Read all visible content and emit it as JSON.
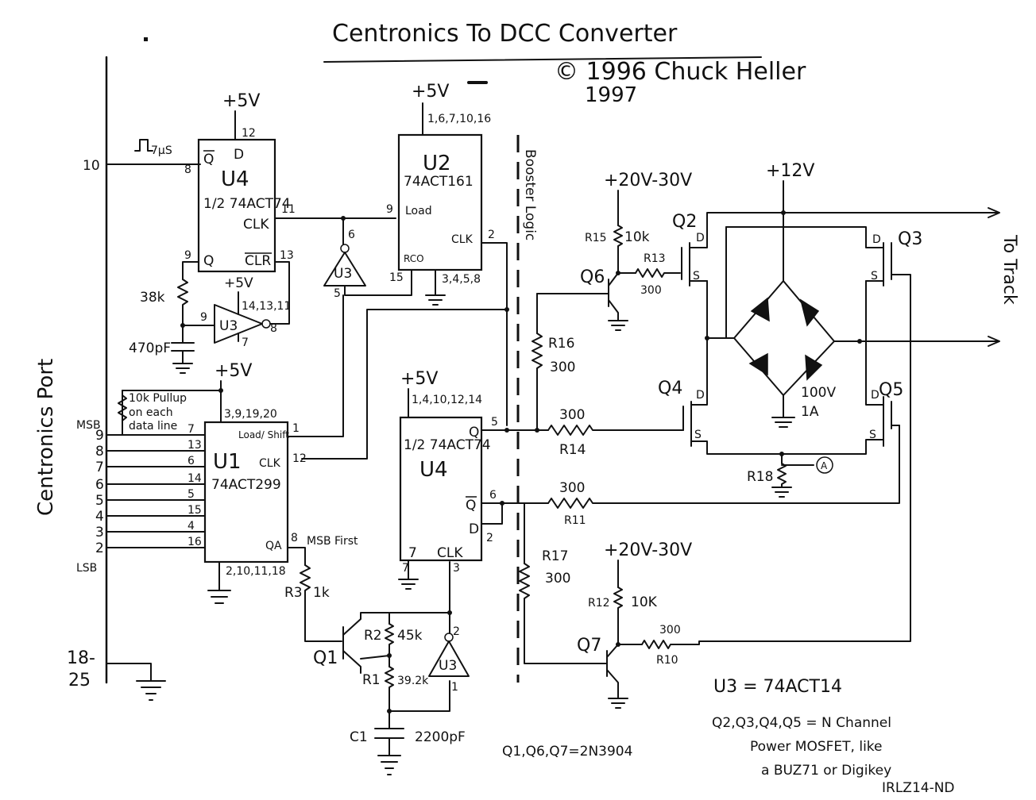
{
  "title": "Centronics To DCC Converter",
  "copyright": "© 1996 Chuck Heller",
  "year2": "1997",
  "port_label": "Centronics Port",
  "pin10": "10",
  "pulse": "7μS",
  "pins_18_25_a": "18-",
  "pins_18_25_b": "25",
  "msb": "MSB",
  "lsb": "LSB",
  "data_pins": [
    "9",
    "8",
    "7",
    "6",
    "5",
    "4",
    "3",
    "2"
  ],
  "u1_pins_in": [
    "7",
    "13",
    "6",
    "14",
    "5",
    "15",
    "4",
    "16"
  ],
  "pullup": [
    "10k Pullup",
    "on each",
    "data line"
  ],
  "booster_logic": "Booster Logic",
  "u4a": {
    "name": "U4",
    "type": "1/2 74ACT74",
    "q_bar": "Q",
    "d": "D",
    "q": "Q",
    "clk": "CLK",
    "clr": "CLR",
    "p8": "8",
    "p12": "12",
    "p9": "9",
    "p11": "11",
    "p13": "13",
    "supply": "+5V"
  },
  "u2": {
    "name": "U2",
    "type": "74ACT161",
    "supply": "+5V",
    "supply_pins": "1,6,7,10,16",
    "load": "Load",
    "clk": "CLK",
    "rco": "RCO",
    "gnd_pins": "3,4,5,8",
    "p9": "9",
    "p2": "2",
    "p15": "15"
  },
  "u3_top": {
    "name": "U3",
    "p6": "6",
    "p5": "5"
  },
  "u3_mid": {
    "name": "U3",
    "supply": "+5V",
    "supply_pins": "14,13,11",
    "p9": "9",
    "p8": "8",
    "p7": "7"
  },
  "u3_bot": {
    "name": "U3",
    "p2": "2",
    "p1": "1"
  },
  "r38k": "38k",
  "c470": "470pF",
  "u1": {
    "name": "U1",
    "type": "74ACT299",
    "supply": "+5V",
    "supply_pins": "3,9,19,20",
    "load_shift": "Load/ Shift",
    "clk": "CLK",
    "qa": "QA",
    "gnd_pins": "2,10,11,18",
    "p1": "1",
    "p12": "12",
    "p8": "8",
    "msb_first": "MSB First"
  },
  "u4b": {
    "name": "U4",
    "type": "1/2 74ACT74",
    "supply": "+5V",
    "supply_pins": "1,4,10,12,14",
    "q": "Q",
    "q_bar": "Q",
    "d": "D",
    "clk": "CLK",
    "p5": "5",
    "p6": "6",
    "p2": "2",
    "p7": "7",
    "p3": "3"
  },
  "r3": {
    "name": "R3",
    "value": "1k"
  },
  "r2": {
    "name": "R2",
    "value": "45k"
  },
  "r1": {
    "name": "R1",
    "value": "39.2k"
  },
  "c1": {
    "name": "C1",
    "value": "2200pF"
  },
  "q1": "Q1",
  "v20a": "+20V-30V",
  "v20b": "+20V-30V",
  "v12": "+12V",
  "r15": {
    "name": "R15",
    "value": "10k"
  },
  "r13": {
    "name": "R13",
    "value": "300"
  },
  "q6": "Q6",
  "r16": {
    "name": "R16",
    "value": "300"
  },
  "r14": {
    "name": "R14",
    "value": "300"
  },
  "r11": {
    "name": "R11",
    "value": "300"
  },
  "r17": {
    "name": "R17",
    "value": "300"
  },
  "r12": {
    "name": "R12",
    "value": "10K"
  },
  "r10": {
    "name": "R10",
    "value": "300"
  },
  "q7": "Q7",
  "q2": "Q2",
  "q3": "Q3",
  "q4": "Q4",
  "q5": "Q5",
  "d_lbl": "D",
  "s_lbl": "S",
  "bridge": [
    "100V",
    "1A"
  ],
  "r18": "R18",
  "node_a": "A",
  "to_track": "To Track",
  "notes": [
    "U3 = 74ACT14",
    "Q2,Q3,Q4,Q5 = N Channel",
    "Power MOSFET, like",
    "a BUZ71 or Digikey",
    "IRLZ14-ND",
    "Q1,Q6,Q7=2N3904"
  ]
}
